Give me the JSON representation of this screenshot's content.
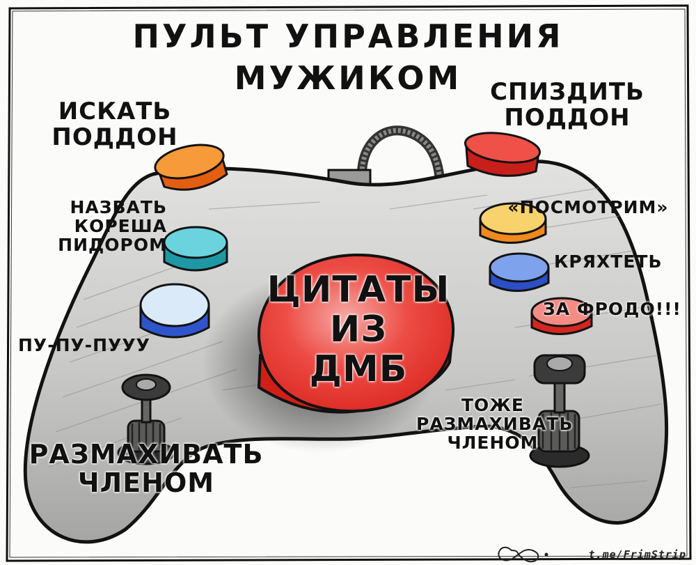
{
  "title": {
    "line1": "ПУЛЬТ УПРАВЛЕНИЯ",
    "line2": "МУЖИКОМ"
  },
  "labels": {
    "search": [
      "ИСКАТЬ",
      "ПОДДОН"
    ],
    "steal": [
      "СПИЗДИТЬ",
      "ПОДДОН"
    ],
    "call": [
      "НАЗВАТЬ",
      "КОРЕША",
      "ПИДОРОМ"
    ],
    "pupu": "ПУ-ПУ-ПУУУ",
    "wave_left": [
      "РАЗМАХИВАТЬ",
      "ЧЛЕНОМ"
    ],
    "watch": "«ПОСМОТРИМ»",
    "grunt": "КРЯХТЕТЬ",
    "frodo": "ЗА ФРОДО!!!",
    "wave_right": [
      "ТОЖЕ",
      "РАЗМАХИВАТЬ",
      "ЧЛЕНОМ"
    ],
    "center": [
      "ЦИТАТЫ",
      "ИЗ",
      "ДМБ"
    ]
  },
  "credit": "t.me/FrimStrip",
  "colors": {
    "orange": "#f07a1e",
    "red": "#e8332c",
    "yellow": "#f5b53a",
    "cyan": "#31b8c8",
    "blue": "#3a5fd0",
    "light_blue": "#cfe3f6",
    "body": "#d4d4d2",
    "outline": "#121212"
  },
  "icons": {
    "logo": "infinity-logo-icon"
  }
}
